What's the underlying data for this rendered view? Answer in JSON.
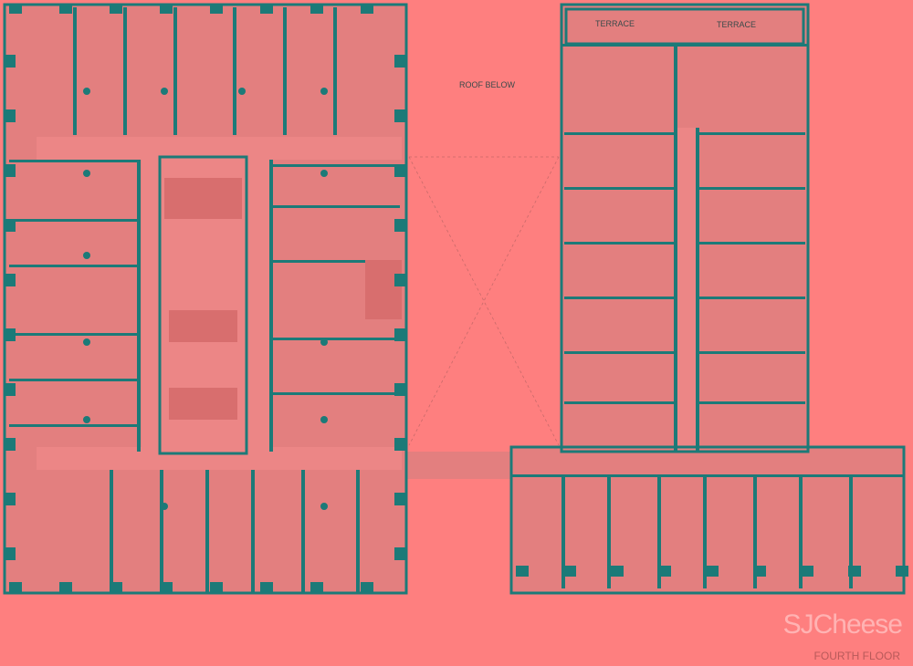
{
  "plan": {
    "title": "FOURTH FLOOR",
    "labels": {
      "roof": "ROOF BELOW",
      "terrace_left": "TERRACE",
      "terrace_right": "TERRACE"
    },
    "watermark": "SJCheese"
  },
  "colors": {
    "background": "#fe7f7f",
    "room": "#e37f7f",
    "wall": "#1c7a78"
  }
}
